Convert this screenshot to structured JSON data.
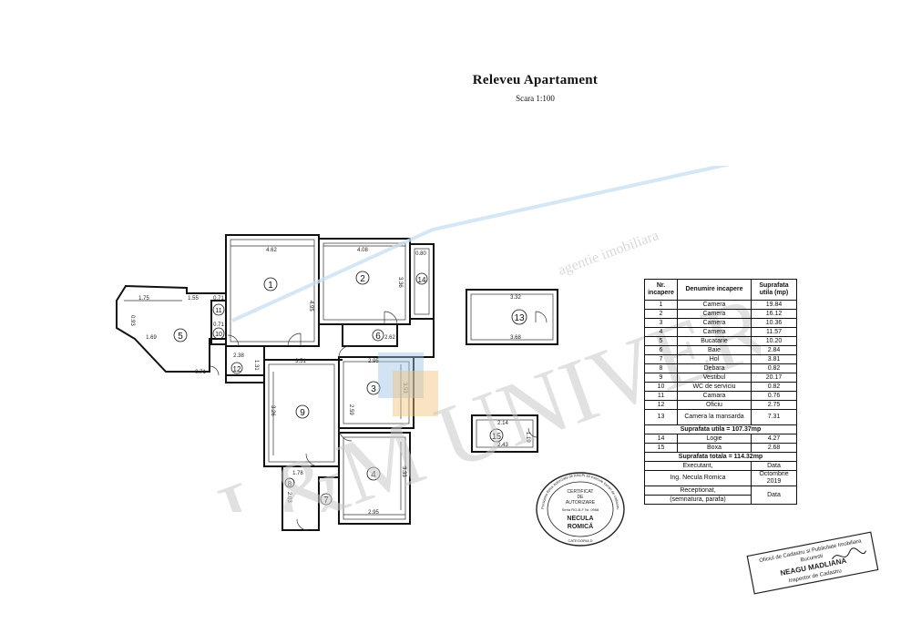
{
  "header": {
    "title": "Releveu Apartament",
    "scale": "Scara 1:100"
  },
  "plan": {
    "rooms": [
      {
        "num": "1"
      },
      {
        "num": "2"
      },
      {
        "num": "3"
      },
      {
        "num": "4"
      },
      {
        "num": "5"
      },
      {
        "num": "6"
      },
      {
        "num": "7"
      },
      {
        "num": "8"
      },
      {
        "num": "9"
      },
      {
        "num": "10"
      },
      {
        "num": "11"
      },
      {
        "num": "12"
      },
      {
        "num": "13"
      },
      {
        "num": "14"
      },
      {
        "num": "15"
      }
    ],
    "dimensions": {
      "d1": "4.62",
      "d2": "4.08",
      "d3": "0.80",
      "d4": "4.95",
      "d5": "3.36",
      "d6": "1.75",
      "d7": "1.55",
      "d8": "0.71",
      "d9": "0.71",
      "d10": "1.69",
      "d11": "2.38",
      "d12": "3.51",
      "d13": "2.95",
      "d14": "3.53",
      "d15": "3.26",
      "d16": "1.31",
      "d17": "2.03",
      "d18": "3.33",
      "d19": "2.95",
      "d20": "1.78",
      "d21": "3.32",
      "d22": "3.68",
      "d23": "2.14",
      "d24": "2.43",
      "d25": "1.19",
      "d26": "2.62",
      "d27": "0.93",
      "d28": "2.59",
      "d29": "0.71"
    }
  },
  "legend": {
    "headers": [
      "Nr. incapere",
      "Denumire incapere",
      "Suprafata utila (mp)"
    ],
    "rows": [
      {
        "nr": "1",
        "name": "Camera",
        "area": "19.84"
      },
      {
        "nr": "2",
        "name": "Camera",
        "area": "16.12"
      },
      {
        "nr": "3",
        "name": "Camera",
        "area": "10.36"
      },
      {
        "nr": "4",
        "name": "Camera",
        "area": "11.57"
      },
      {
        "nr": "5",
        "name": "Bucatarie",
        "area": "10.20"
      },
      {
        "nr": "6",
        "name": "Baie",
        "area": "2.84"
      },
      {
        "nr": "7",
        "name": "Hol",
        "area": "3.81"
      },
      {
        "nr": "8",
        "name": "Debara",
        "area": "0.82"
      },
      {
        "nr": "9",
        "name": "Vestibul",
        "area": "20.17"
      },
      {
        "nr": "10",
        "name": "WC de serviciu",
        "area": "0.82"
      },
      {
        "nr": "11",
        "name": "Camara",
        "area": "0.76"
      },
      {
        "nr": "12",
        "name": "Oficiu",
        "area": "2.75"
      },
      {
        "nr": "13",
        "name": "Camera la mansarda",
        "area": "7.31"
      }
    ],
    "subtotal": "Suprafata utila = 107.37mp",
    "extra_rows": [
      {
        "nr": "14",
        "name": "Logie",
        "area": "4.27"
      },
      {
        "nr": "15",
        "name": "Boxa",
        "area": "2.68"
      }
    ],
    "total": "Suprafata totala = 114.32mp",
    "executant_label": "Executant,",
    "data_label": "Data",
    "engineer": "Ing. Necula Romica",
    "date": "Octombrie 2019",
    "receptionat_label": "Receptionat,",
    "signature_label": "(semnatura, parafa)",
    "data_label2": "Data"
  },
  "watermark": {
    "brand": "L&M UNIVERSAL",
    "tagline": "agentie imobiliara"
  },
  "stamps": {
    "round_lines": [
      "CERTIFICAT",
      "DE",
      "AUTORIZARE",
      "Seria RO-B-F Nr. 0968",
      "NECULA",
      "ROMICĂ",
      "CATEGORIA D"
    ],
    "round_ring": "Persoana fizica autorizata de ANCPI sa execute lucrari de cadastru",
    "rect_lines": [
      "Oficiul de Cadastru si Publicitate Imobiliara",
      "Bucuresti",
      "NEAGU MADLIANA",
      "Inspector de Cadastru"
    ]
  },
  "colors": {
    "line": "#111111",
    "watermark_gray": "#c9c9c9",
    "watermark_blue": "#9cc4e4",
    "watermark_orange": "#f3c27a"
  }
}
